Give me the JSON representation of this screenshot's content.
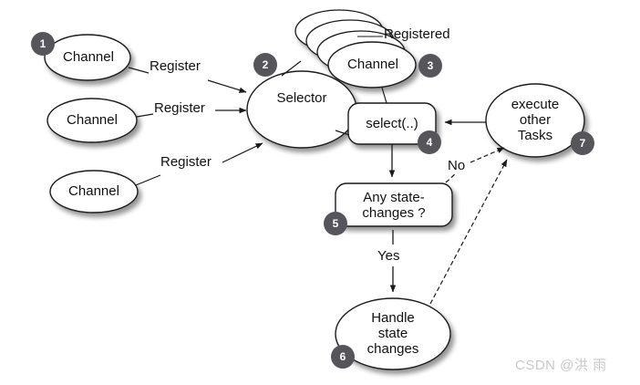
{
  "diagram": {
    "title": "Java NIO Selector flow",
    "background_color": "#ffffff",
    "badge_color": "#56565a",
    "shape_fill": "#ffffff",
    "shape_stroke": "#1a1a1a",
    "nodes": [
      {
        "id": "channel1",
        "label": "Channel",
        "shape": "ellipse",
        "badge": "1"
      },
      {
        "id": "channel2",
        "label": "Channel",
        "shape": "ellipse",
        "badge": ""
      },
      {
        "id": "channel3",
        "label": "Channel",
        "shape": "ellipse",
        "badge": ""
      },
      {
        "id": "selector",
        "label": "Selector",
        "shape": "ellipse",
        "badge": "2"
      },
      {
        "id": "registered",
        "label": "Channel",
        "shape": "ellipse-stack",
        "badge": "3"
      },
      {
        "id": "select",
        "label": "select(..)",
        "shape": "round-rect",
        "badge": "4"
      },
      {
        "id": "anystate",
        "label": "Any state-\nchanges ?",
        "shape": "round-rect",
        "badge": "5"
      },
      {
        "id": "handle",
        "label": "Handle\nstate\nchanges",
        "shape": "ellipse",
        "badge": "6"
      },
      {
        "id": "execute",
        "label": "execute\nother\nTasks",
        "shape": "ellipse",
        "badge": "7"
      }
    ],
    "edge_labels": [
      {
        "id": "register1",
        "text": "Register"
      },
      {
        "id": "register2",
        "text": "Register"
      },
      {
        "id": "register3",
        "text": "Register"
      },
      {
        "id": "registered-stack",
        "text": "Registered"
      },
      {
        "id": "no",
        "text": "No"
      },
      {
        "id": "yes",
        "text": "Yes"
      }
    ]
  },
  "watermark": {
    "text": "CSDN @洪 雨"
  }
}
